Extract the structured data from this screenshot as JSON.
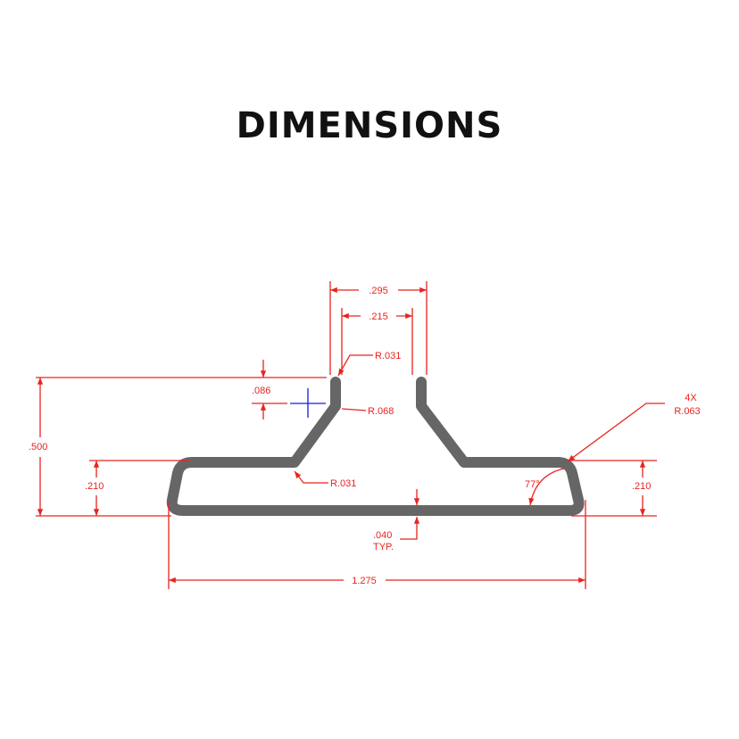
{
  "title": "DIMENSIONS",
  "colors": {
    "dimension": "#e8241f",
    "profile": "#666666",
    "crosshair": "#1a1adf"
  },
  "dimensions": {
    "outer_top_width": ".295",
    "inner_top_width": ".215",
    "top_radius": "R.031",
    "bend_radius": "R.068",
    "lip_height": ".086",
    "overall_height": ".500",
    "left_height": ".210",
    "lower_radius": "R.031",
    "thickness": ".040",
    "thickness_note": "TYP.",
    "angle": "77°",
    "corner_count": "4X",
    "corner_radius": "R.063",
    "right_height": ".210",
    "overall_width": "1.275"
  }
}
